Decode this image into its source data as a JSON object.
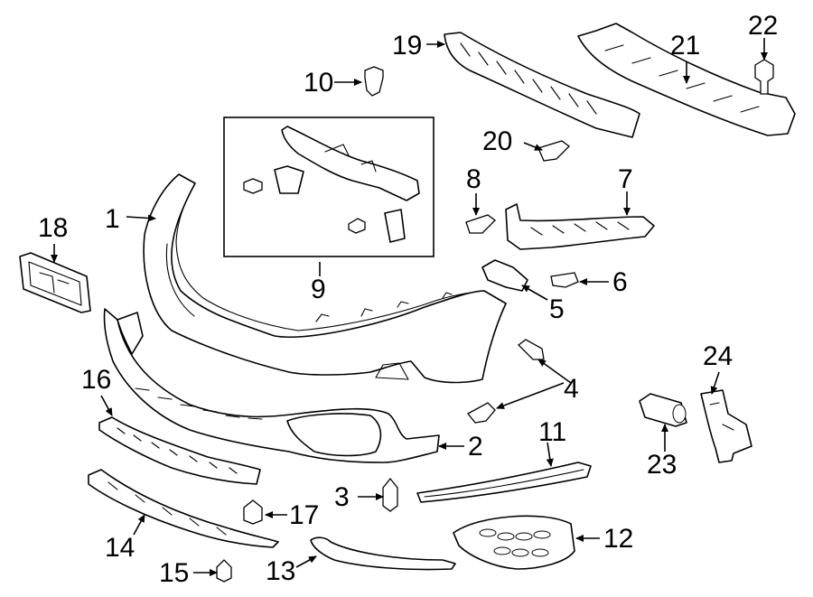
{
  "diagram": {
    "callouts": {
      "c1": "1",
      "c2": "2",
      "c3": "3",
      "c4": "4",
      "c5": "5",
      "c6": "6",
      "c7": "7",
      "c8": "8",
      "c9": "9",
      "c10": "10",
      "c11": "11",
      "c12": "12",
      "c13": "13",
      "c14": "14",
      "c15": "15",
      "c16": "16",
      "c17": "17",
      "c18": "18",
      "c19": "19",
      "c20": "20",
      "c21": "21",
      "c22": "22",
      "c23": "23",
      "c24": "24"
    },
    "colors": {
      "line": "#000000",
      "background": "#ffffff"
    }
  }
}
